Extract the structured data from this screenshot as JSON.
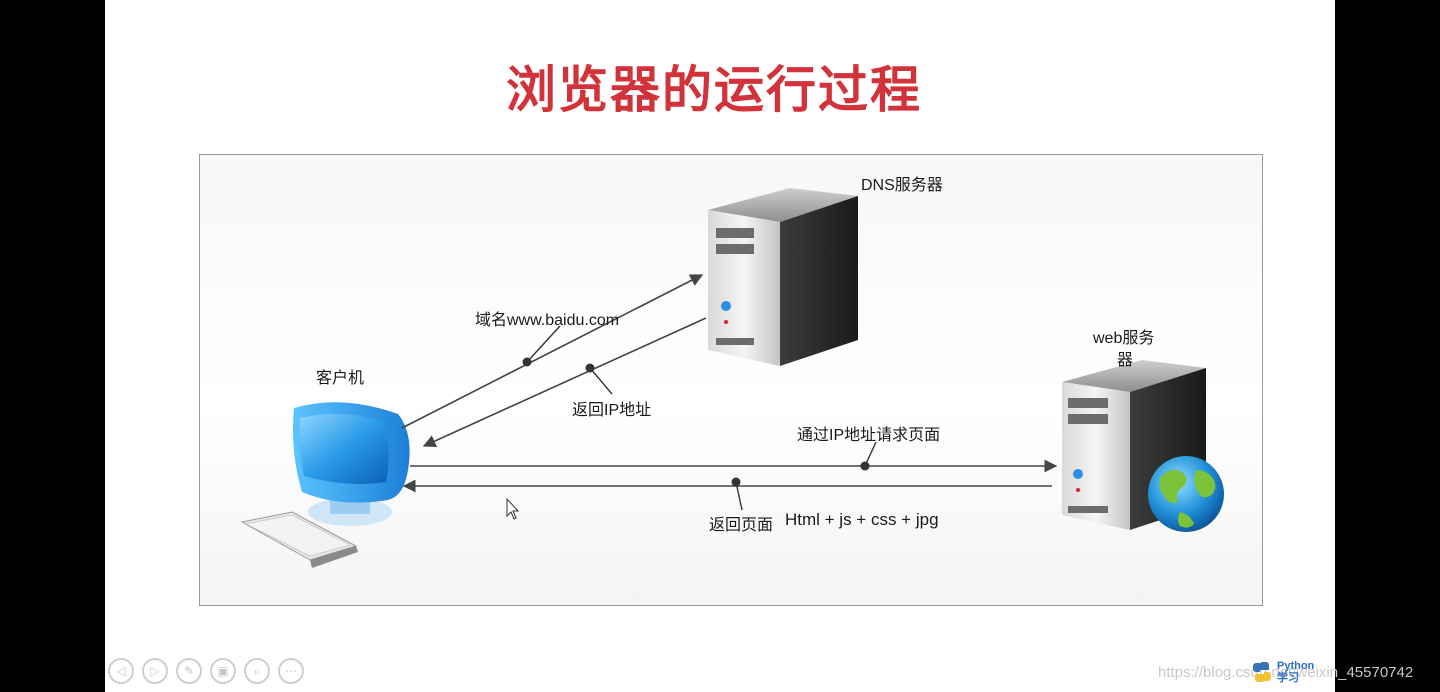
{
  "slide": {
    "title": "浏览器的运行过程"
  },
  "diagram": {
    "nodes": {
      "dns_server": "DNS服务器",
      "web_server_line1": "web服务",
      "web_server_line2": "器",
      "client": "客户机"
    },
    "edges": {
      "domain_request": "域名www.baidu.com",
      "return_ip": "返回IP地址",
      "request_page": "通过IP地址请求页面",
      "return_page_prefix": "返回页面",
      "return_page_content": "Html + js + css + jpg"
    }
  },
  "toolbar": {
    "buttons": [
      {
        "icon": "arrow-left-icon",
        "glyph": "◁"
      },
      {
        "icon": "arrow-right-icon",
        "glyph": "▷"
      },
      {
        "icon": "pen-icon",
        "glyph": "✎"
      },
      {
        "icon": "slides-icon",
        "glyph": "▣"
      },
      {
        "icon": "zoom-icon",
        "glyph": "⌕"
      },
      {
        "icon": "more-icon",
        "glyph": "⋯"
      }
    ]
  },
  "watermark": {
    "url_text": "https://blog.csdn.net/weixin_45570742",
    "logo_text_1": "Python",
    "logo_text_2": "学习"
  },
  "colors": {
    "title": "#d2323a",
    "arrow": "#444444",
    "background": "#000000"
  }
}
